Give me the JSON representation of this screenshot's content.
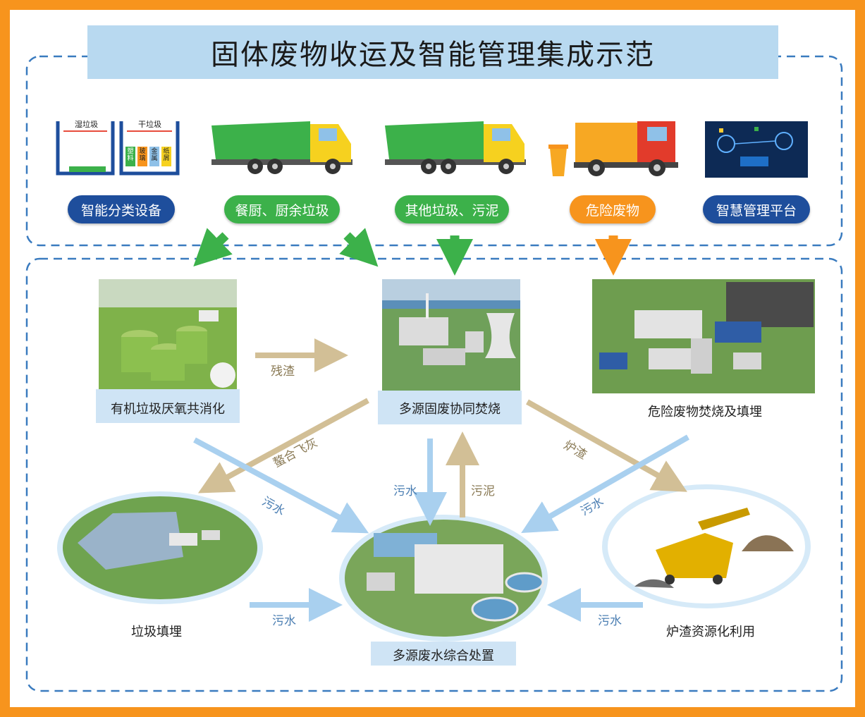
{
  "title": "固体废物收运及智能管理集成示范",
  "top_row": {
    "bin_labels": {
      "wet": "湿垃圾",
      "dry": "干垃圾"
    },
    "dry_categories": [
      "塑料",
      "玻璃",
      "金属",
      "纸屑"
    ],
    "pills": [
      {
        "label": "智能分类设备",
        "color": "#1e4e9c"
      },
      {
        "label": "餐厨、厨余垃圾",
        "color": "#3cb14a"
      },
      {
        "label": "其他垃圾、污泥",
        "color": "#3cb14a"
      },
      {
        "label": "危险废物",
        "color": "#f7941d"
      },
      {
        "label": "智慧管理平台",
        "color": "#1e4e9c"
      }
    ]
  },
  "facilities": {
    "anaerobic": "有机垃圾厌氧共消化",
    "incineration": "多源固废协同焚烧",
    "hazardous": "危险废物焚烧及填埋",
    "landfill": "垃圾填埋",
    "wastewater": "多源废水综合处置",
    "slag_reuse": "炉渣资源化利用"
  },
  "flows": {
    "residue": "残渣",
    "chelated_fly_ash": "螯合飞灰",
    "slag": "炉渣",
    "sludge": "污泥",
    "sewage": "污水"
  },
  "colors": {
    "accent_blue": "#1e4e9c",
    "green": "#3cb14a",
    "orange": "#f7941d",
    "tan_arrow": "#d2bf96",
    "blue_arrow": "#a9d0ef",
    "dashed_border": "#3a7bbf"
  }
}
